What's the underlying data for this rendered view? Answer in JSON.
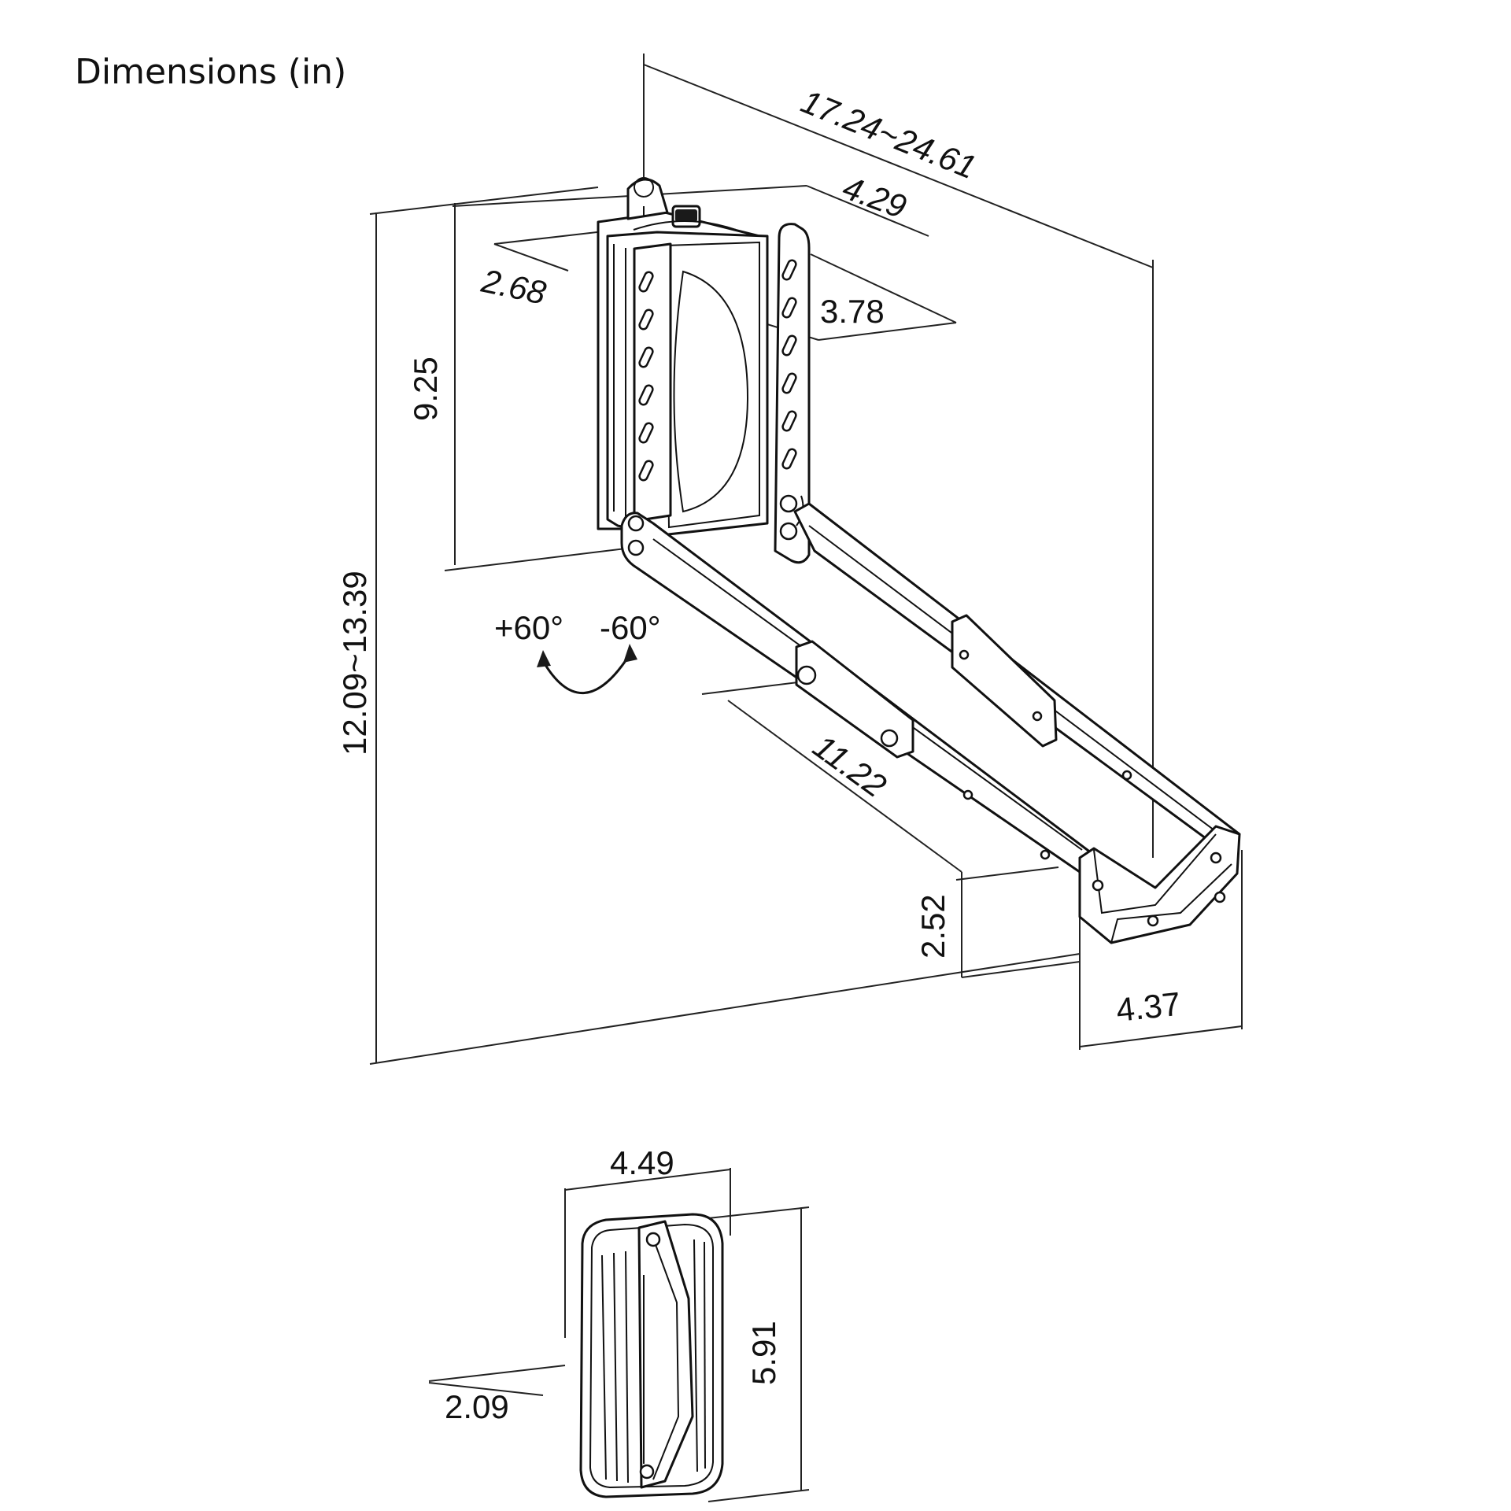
{
  "title": "Dimensions (in)",
  "dimensions": {
    "overall_depth": "17.24~24.61",
    "top_width": "4.29",
    "bracket_offset": "2.68",
    "plate_width": "3.78",
    "plate_height": "9.25",
    "overall_height": "12.09~13.39",
    "rotation_plus": "+60°",
    "rotation_minus": "-60°",
    "arm_length": "11.22",
    "cradle_height": "2.52",
    "cradle_width": "4.37",
    "pad_width": "4.49",
    "pad_height": "5.91",
    "pad_depth": "2.09"
  },
  "colors": {
    "line": "#111111",
    "background": "#ffffff"
  }
}
